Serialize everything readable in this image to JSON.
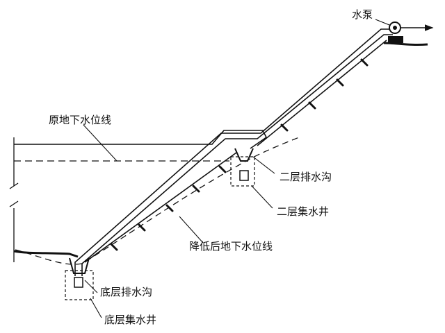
{
  "labels": {
    "pump": "水泵",
    "original_water_table": "原地下水位线",
    "second_layer_ditch": "二层排水沟",
    "second_layer_well": "二层集水井",
    "lowered_water_table": "降低后地下水位线",
    "bottom_ditch": "底层排水沟",
    "bottom_well": "底层集水井"
  },
  "colors": {
    "line": "#111111",
    "background": "#ffffff"
  }
}
